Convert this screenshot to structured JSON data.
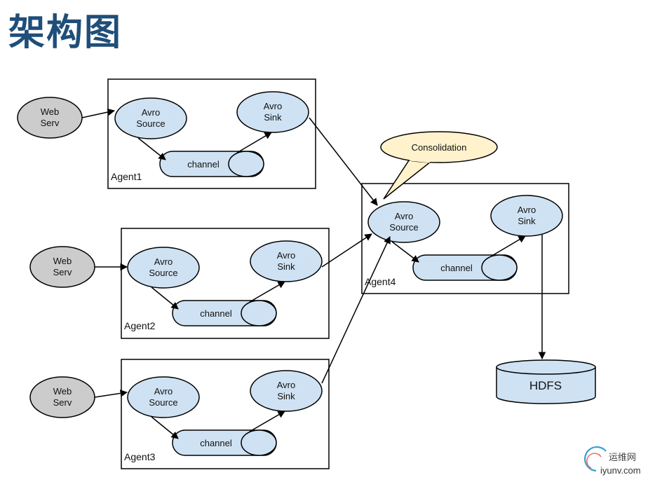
{
  "title": "架构图",
  "agents": [
    {
      "label": "Agent1",
      "web": [
        "Web",
        "Serv"
      ],
      "source": [
        "Avro",
        "Source"
      ],
      "sink": [
        "Avro",
        "Sink"
      ],
      "channel": "channel"
    },
    {
      "label": "Agent2",
      "web": [
        "Web",
        "Serv"
      ],
      "source": [
        "Avro",
        "Source"
      ],
      "sink": [
        "Avro",
        "Sink"
      ],
      "channel": "channel"
    },
    {
      "label": "Agent3",
      "web": [
        "Web",
        "Serv"
      ],
      "source": [
        "Avro",
        "Source"
      ],
      "sink": [
        "Avro",
        "Sink"
      ],
      "channel": "channel"
    }
  ],
  "agent4": {
    "label": "Agent4",
    "source": [
      "Avro",
      "Source"
    ],
    "sink": [
      "Avro",
      "Sink"
    ],
    "channel": "channel"
  },
  "callout": "Consolidation",
  "hdfs": "HDFS",
  "watermark": {
    "cn": "运维网",
    "en": "iyunv.com"
  },
  "colors": {
    "title": "#1f4e79",
    "node_fill": "#cfe2f3",
    "web_fill": "#cccccc",
    "callout_fill": "#fff2cc",
    "stroke": "#000000"
  }
}
